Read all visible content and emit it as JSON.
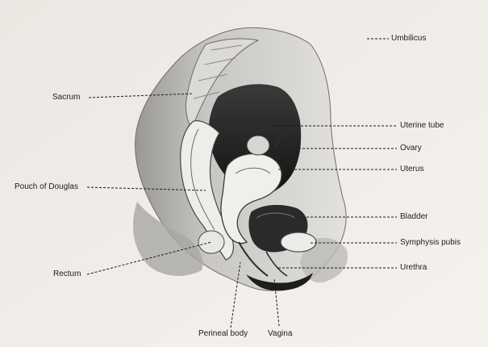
{
  "labels": {
    "umbilicus": "Umbilicus",
    "sacrum": "Sacrum",
    "uterine_tube": "Uterine tube",
    "ovary": "Ovary",
    "uterus": "Uterus",
    "pouch_of_douglas": "Pouch of Douglas",
    "bladder": "Bladder",
    "symphysis_pubis": "Symphysis pubis",
    "rectum": "Rectum",
    "urethra": "Urethra",
    "perineal_body": "Perineal body",
    "vagina": "Vagina"
  }
}
